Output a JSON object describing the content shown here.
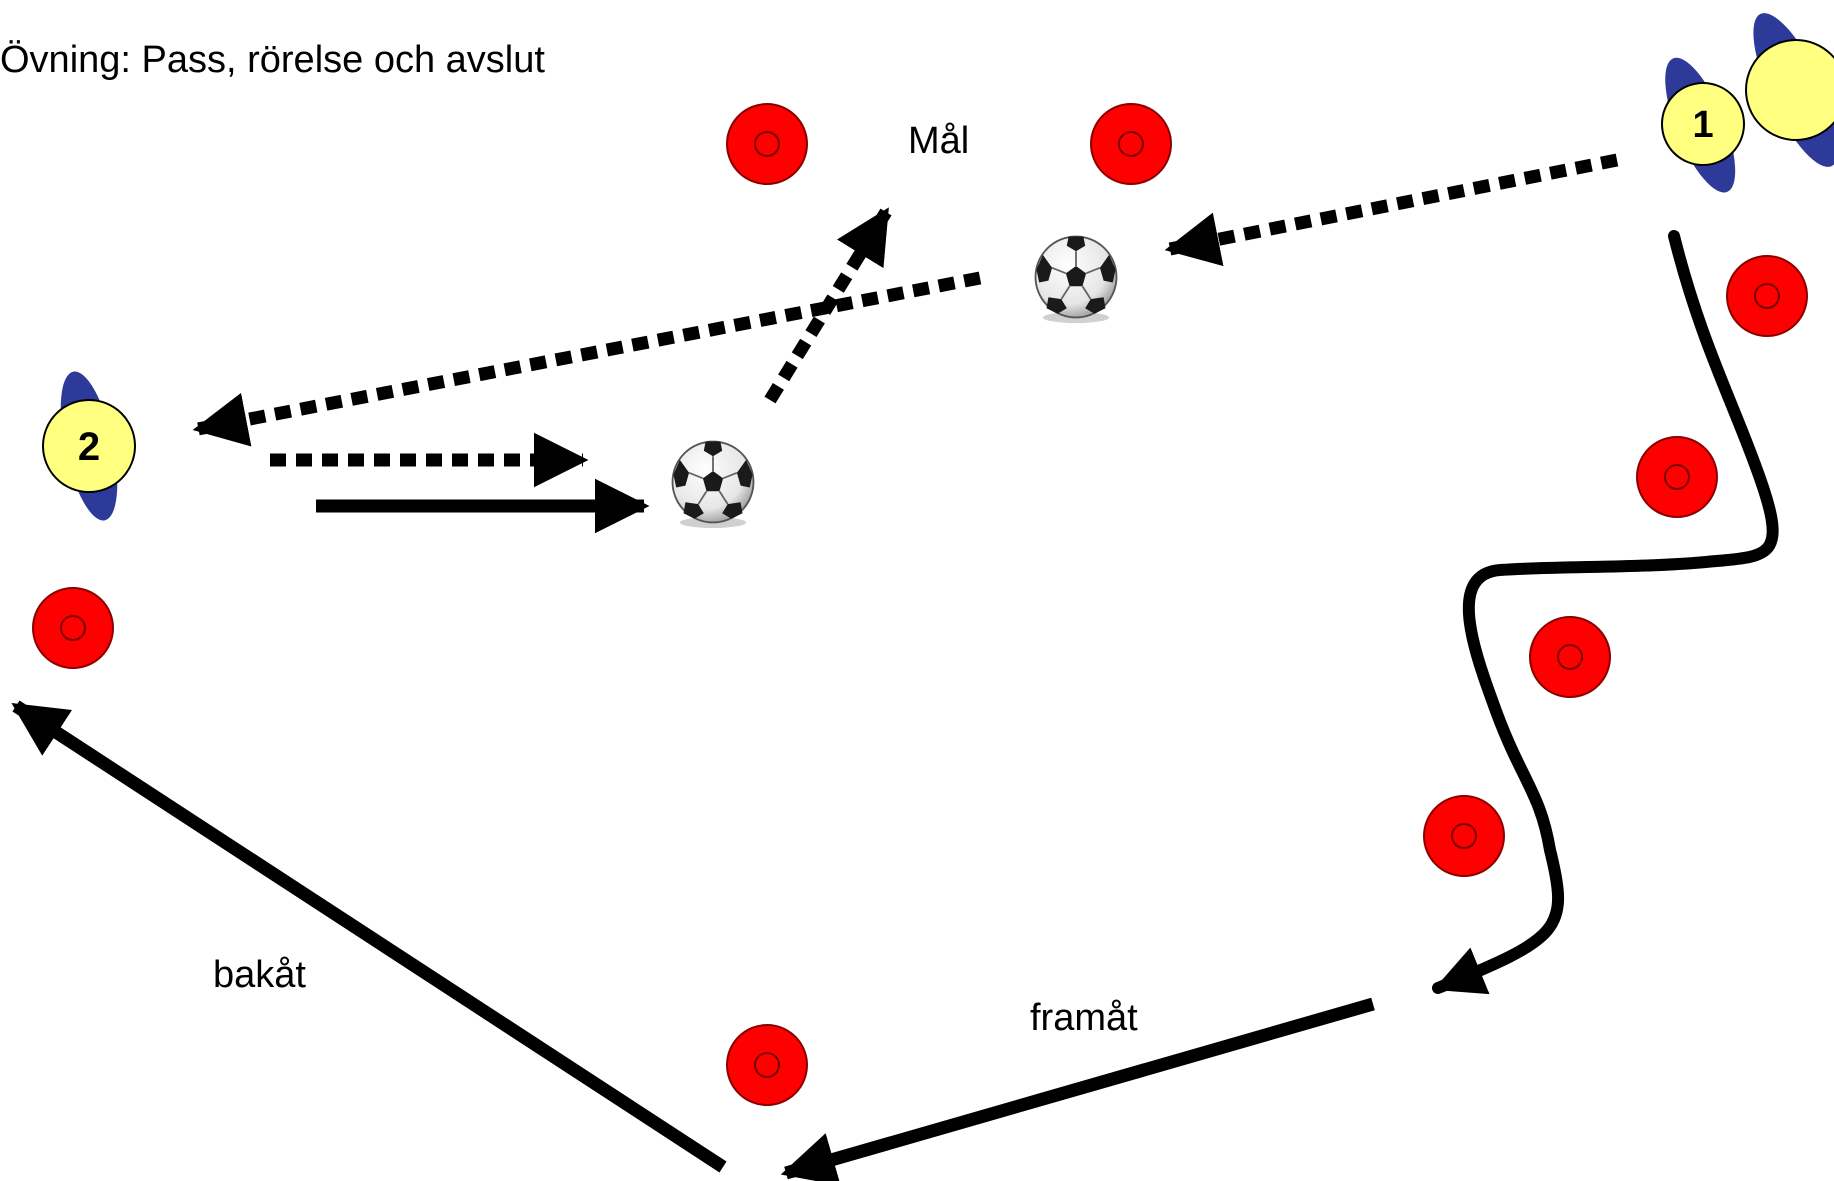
{
  "diagram": {
    "title": "Övning: Pass, rörelse och avslut",
    "goal_label": "Mål",
    "backward_label": "bakåt",
    "forward_label": "framåt"
  },
  "players": [
    {
      "number": "1",
      "color": "#ffff80",
      "body_color": "#2e3a99"
    },
    {
      "number": "2",
      "color": "#ffff80",
      "body_color": "#2e3a99"
    }
  ],
  "colors": {
    "cone_fill": "#ff0000",
    "cone_stroke": "#8a0000",
    "arrow": "#000000",
    "background": "#ffffff"
  },
  "icons": [
    "cone-icon",
    "soccer-ball-icon",
    "player-icon",
    "arrow-icon"
  ]
}
